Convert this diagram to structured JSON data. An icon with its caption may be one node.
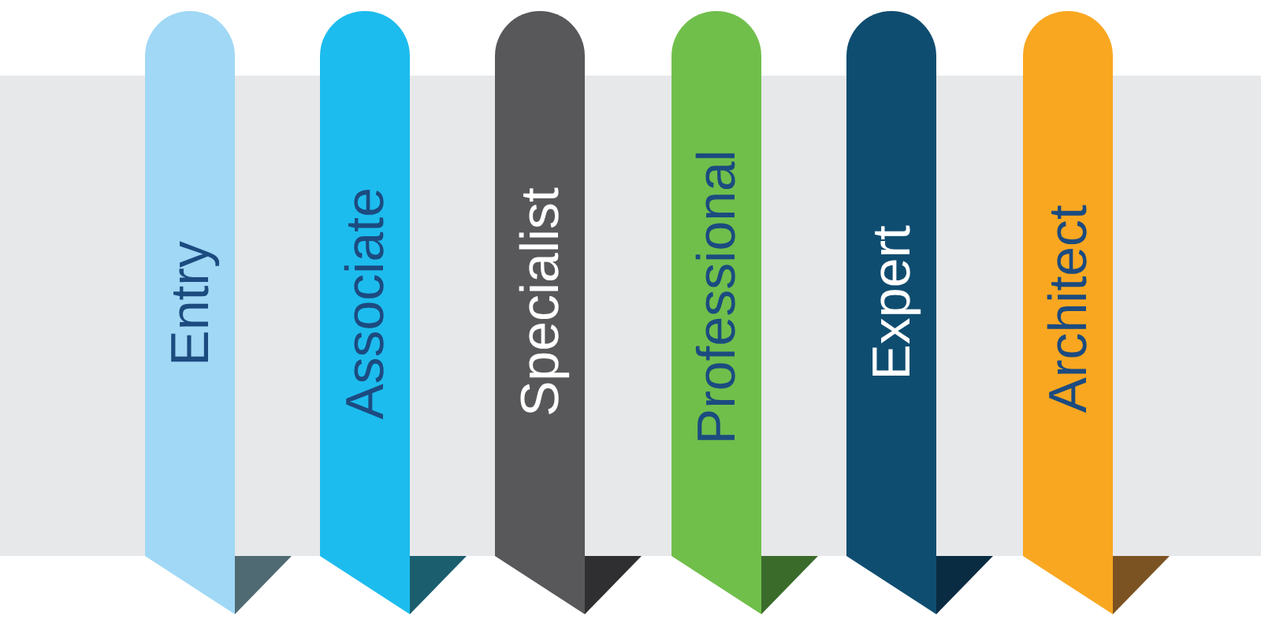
{
  "diagram": {
    "nodes": [
      {
        "text": [
          "Entry"
        ]
      },
      {
        "text": [
          "Associate"
        ]
      },
      {
        "text": [
          "Specialist"
        ]
      },
      {
        "text": [
          "Professional"
        ]
      },
      {
        "text": [
          "Expert"
        ]
      },
      {
        "text": [
          "Architect"
        ]
      }
    ]
  }
}
